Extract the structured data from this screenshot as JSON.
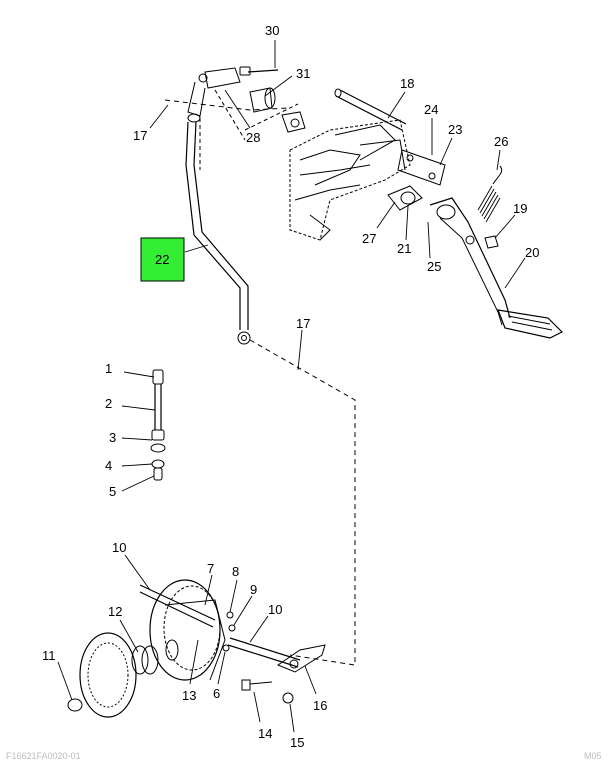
{
  "diagram": {
    "highlight_color": "#33ee33",
    "callouts": {
      "c30": "30",
      "c31": "31",
      "c28": "28",
      "c17a": "17",
      "c18": "18",
      "c24": "24",
      "c23": "23",
      "c26": "26",
      "c19": "19",
      "c27": "27",
      "c21": "21",
      "c25": "25",
      "c20": "20",
      "c22": "22",
      "c17b": "17",
      "c1": "1",
      "c2": "2",
      "c3": "3",
      "c4": "4",
      "c5": "5",
      "c10a": "10",
      "c7": "7",
      "c8": "8",
      "c9": "9",
      "c10b": "10",
      "c12": "12",
      "c11": "11",
      "c13": "13",
      "c6": "6",
      "c16": "16",
      "c14": "14",
      "c15": "15"
    },
    "footer": {
      "left": "F16621FA0020-01",
      "right": "M05"
    }
  }
}
